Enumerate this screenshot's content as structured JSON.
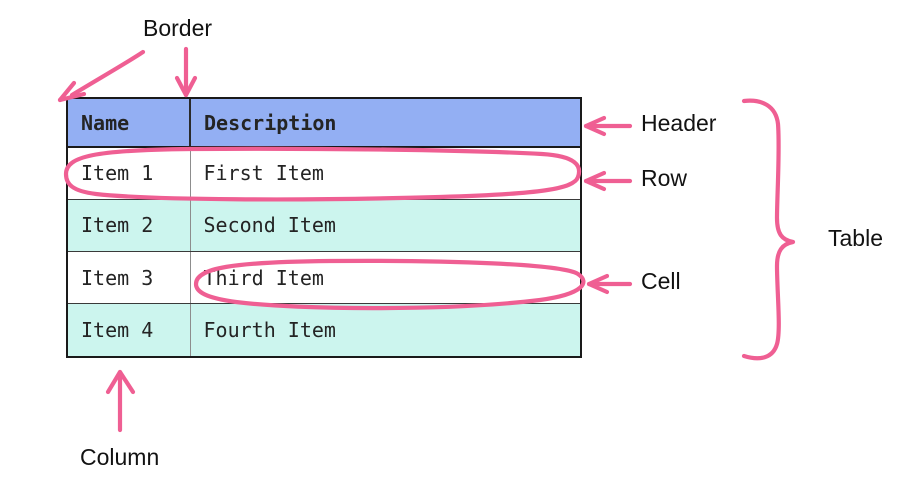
{
  "diagram": {
    "type": "annotated-table-anatomy",
    "accent_color": "#ef5f93",
    "header_color": "#93aff3",
    "stripe_color": "#ccf5ee",
    "border_color": "#1a1a1a",
    "text_color": "#242424"
  },
  "table": {
    "columns": [
      {
        "key": "name",
        "label": "Name"
      },
      {
        "key": "description",
        "label": "Description"
      }
    ],
    "rows": [
      {
        "name": "Item 1",
        "description": "First Item",
        "stripe": "odd"
      },
      {
        "name": "Item 2",
        "description": "Second Item",
        "stripe": "even"
      },
      {
        "name": "Item 3",
        "description": "Third Item",
        "stripe": "odd"
      },
      {
        "name": "Item 4",
        "description": "Fourth Item",
        "stripe": "even"
      }
    ]
  },
  "annotations": {
    "border": {
      "label": "Border",
      "marker": "two-arrows"
    },
    "header": {
      "label": "Header",
      "marker": "arrow-left"
    },
    "row": {
      "label": "Row",
      "marker": "arrow-left-with-ellipse"
    },
    "cell": {
      "label": "Cell",
      "marker": "arrow-left-with-ellipse"
    },
    "table": {
      "label": "Table",
      "marker": "curly-brace"
    },
    "column": {
      "label": "Column",
      "marker": "arrow-up"
    }
  }
}
